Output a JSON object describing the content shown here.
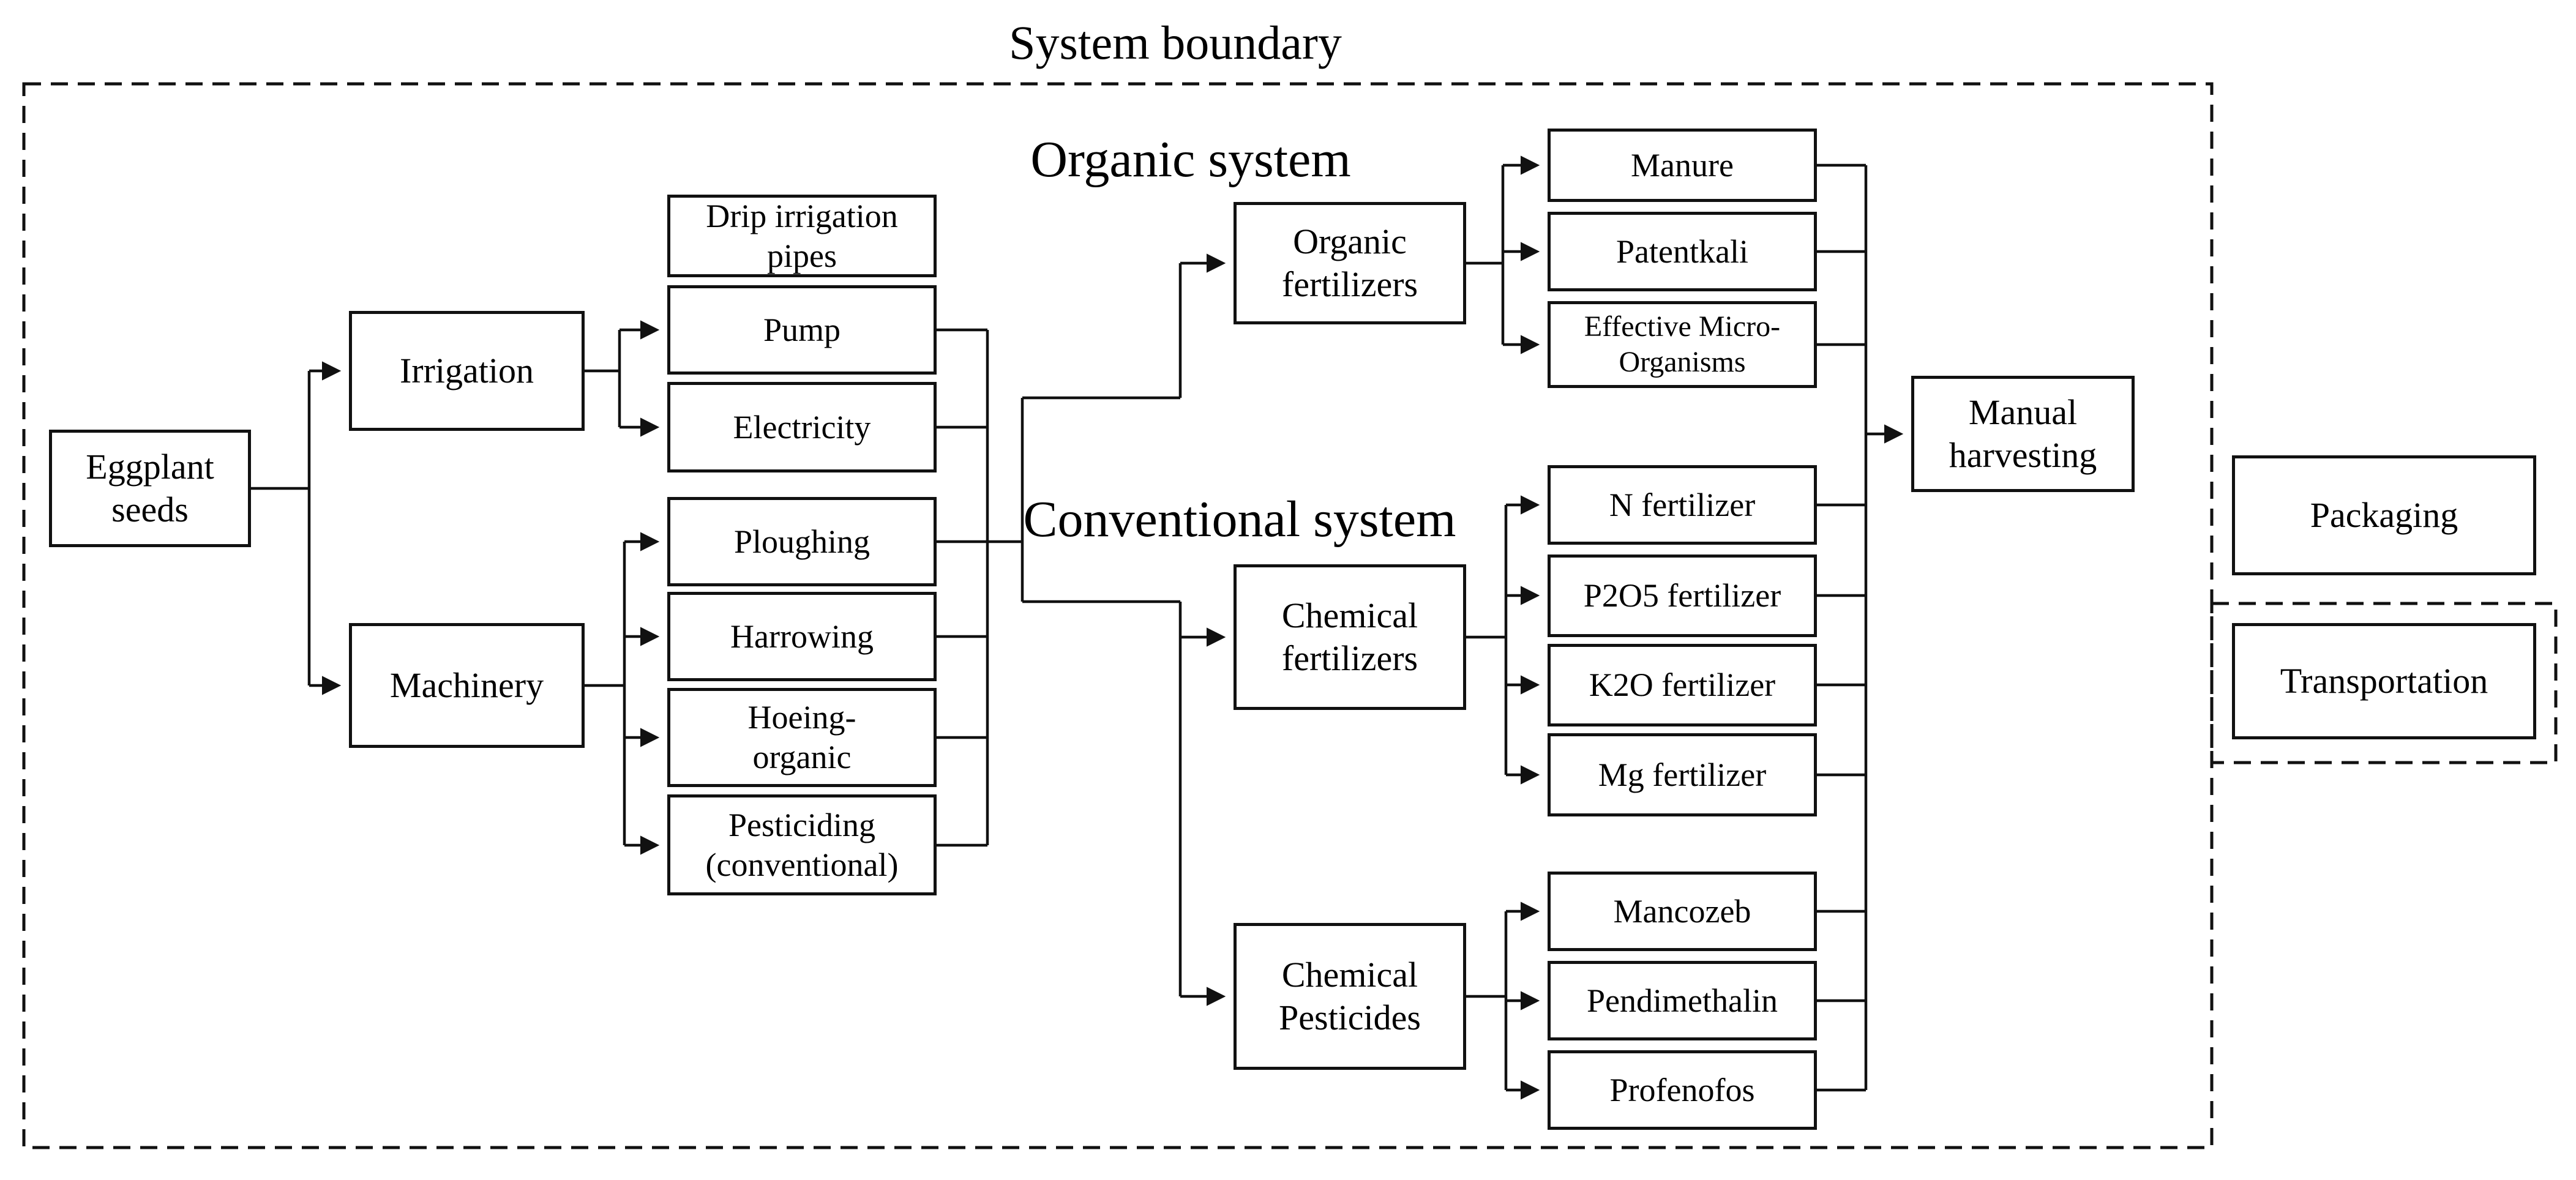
{
  "title": "System boundary",
  "section_labels": {
    "organic": "Organic system",
    "conventional": "Conventional system"
  },
  "boxes": {
    "eggplant": "Eggplant seeds",
    "irrigation": "Irrigation",
    "machinery": "Machinery",
    "drip": "Drip irrigation pipes",
    "pump": "Pump",
    "electricity": "Electricity",
    "ploughing": "Ploughing",
    "harrowing": "Harrowing",
    "hoeing": "Hoeing-organic",
    "pesticiding": "Pesticiding (conventional)",
    "organic_fertilizers": "Organic fertilizers",
    "chemical_fertilizers": "Chemical fertilizers",
    "chemical_pesticides": "Chemical Pesticides",
    "manure": "Manure",
    "patentkali": "Patentkali",
    "effective_micro_organisms": "Effective Micro-Organisms",
    "n_fertilizer": "N fertilizer",
    "p2o5_fertilizer": "P2O5 fertilizer",
    "k2o_fertilizer": "K2O fertilizer",
    "mg_fertilizer": "Mg fertilizer",
    "mancozeb": "Mancozeb",
    "pendimethalin": "Pendimethalin",
    "profenofos": "Profenofos",
    "manual_harvesting": "Manual harvesting",
    "packaging": "Packaging",
    "transportation": "Transportation"
  },
  "colors": {
    "line": "#111111",
    "text": "#000000",
    "background": "#ffffff"
  }
}
